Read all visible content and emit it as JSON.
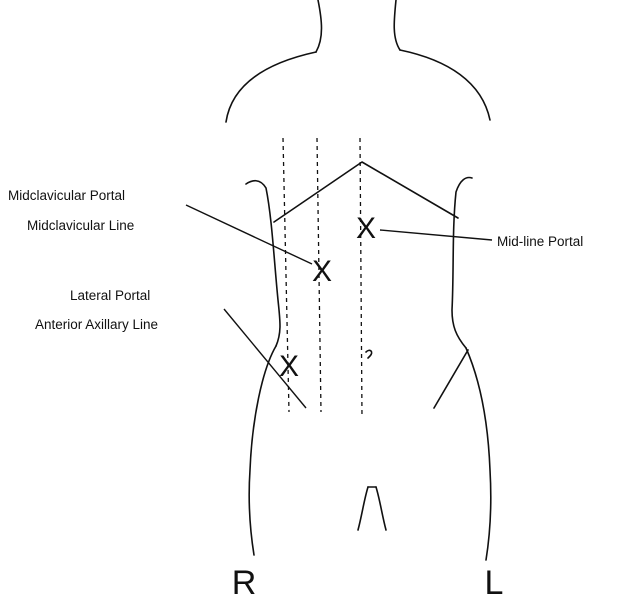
{
  "labels": {
    "midclavicular_portal": "Midclavicular Portal",
    "midclavicular_line": "Midclavicular Line",
    "midline_portal": "Mid-line Portal",
    "lateral_portal": "Lateral Portal",
    "anterior_axillary_line": "Anterior Axillary Line"
  },
  "marks": {
    "midline": "X",
    "midclavicular": "X",
    "lateral": "X"
  },
  "sides": {
    "right": "R",
    "left": "L"
  }
}
